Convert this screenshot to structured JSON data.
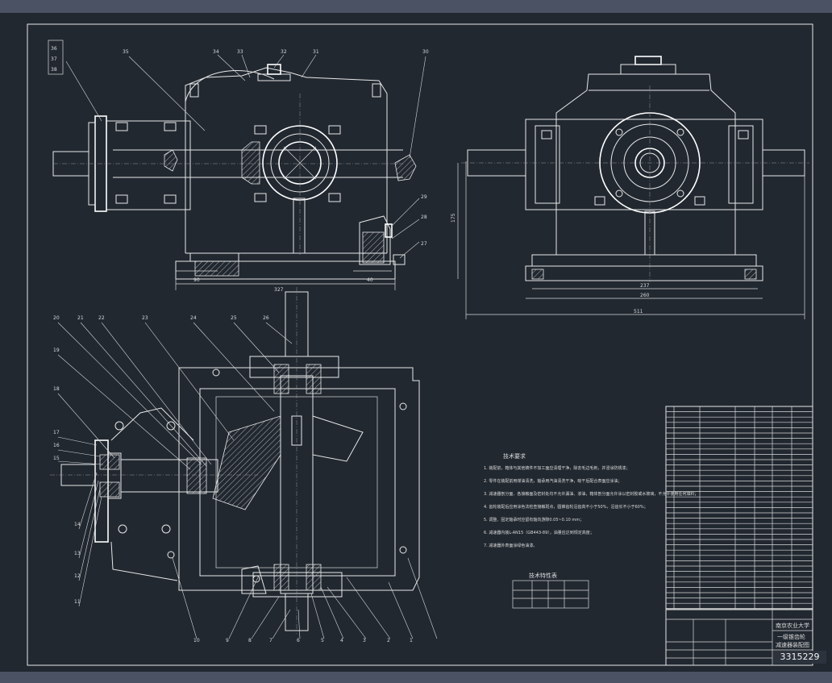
{
  "drawing": {
    "part_numbers_front": [
      "36",
      "37",
      "38",
      "35",
      "34",
      "33",
      "32",
      "31",
      "30",
      "29",
      "28",
      "27"
    ],
    "part_numbers_plan": [
      "20",
      "21",
      "22",
      "23",
      "24",
      "25",
      "26",
      "19",
      "18",
      "17",
      "16",
      "15",
      "14",
      "13",
      "12",
      "11",
      "10",
      "9",
      "8",
      "7",
      "6",
      "5",
      "4",
      "3",
      "2",
      "1"
    ],
    "dimensions": {
      "front_base_left": "90",
      "front_base_total": "327",
      "front_base_right": "40",
      "side_width_inner": "237",
      "side_width_outer": "260",
      "side_overall": "511",
      "side_height": "175"
    },
    "notes_title": "技术要求",
    "notes": [
      "1. 装配前，箱体与其他铸件不加工面应清理干净，除去毛边毛刺，并浸涂防锈漆；",
      "2. 零件在装配前用煤油清洗，轴承用汽油清洗干净，晾干后配合表面应涂油；",
      "3. 减速器剖分面、各接触面及密封处均不允许漏油、渗油，箱体剖分面允许涂以密封胶或水玻璃，不允许使用任何填料；",
      "4. 齿轮装配后应用涂色法检查接触斑点，圆锥齿轮沿齿高不小于50%，沿齿长不小于60%；",
      "5. 调整、固定轴承时应留有轴向游隙0.05~0.10 mm；",
      "6. 减速器内装L-AN15（GB443-89），油量应达到规定高度；",
      "7. 减速器外表面涂绿色油漆。"
    ],
    "spec_table_title": "技术特性表",
    "title_block": {
      "school": "南京农业大学",
      "name_line1": "一级锥齿轮",
      "name_line2": "减速器装配图"
    },
    "watermark": "3315229"
  }
}
